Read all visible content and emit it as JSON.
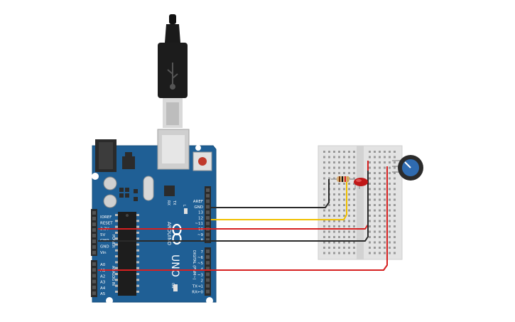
{
  "colors": {
    "board": "#1f5f95",
    "board_edge": "#154d7a",
    "header": "#2b2b2b",
    "breadboard": "#e6e6e6",
    "wire_black": "#2a2a2a",
    "wire_yellow": "#f0c000",
    "wire_red": "#d62020",
    "led": "#c01818",
    "potentiometer": "#2f6bb0",
    "usb_plug": "#1a1a1a"
  },
  "board": {
    "power_pin_labels": [
      "IOREF",
      "RESET",
      "3.3V",
      "5V",
      "GND",
      "GND",
      "Vin"
    ],
    "analog_pin_labels": [
      "A0",
      "A1",
      "A2",
      "A3",
      "A4",
      "A5"
    ],
    "digital_top_labels": [
      "AREF",
      "GND",
      "13",
      "12",
      "~11",
      "~10",
      "~9",
      "8"
    ],
    "digital_bottom_labels": [
      "7",
      "~6",
      "~5",
      "4",
      "~3",
      "2",
      "TX→1",
      "RX←0"
    ],
    "power_section": "POWER",
    "analog_section": "ANALOG IN",
    "digital_section": "DIGITAL (PWM~)",
    "brand": "ARDUINO",
    "model": "UNO",
    "tx_label": "TX",
    "rx_label": "RX",
    "l_label": "L",
    "on_label": "ON"
  },
  "components": {
    "usb": "usb-cable",
    "breadboard": "mini-breadboard",
    "led": "red-led",
    "resistor": "resistor",
    "potentiometer": "potentiometer"
  }
}
